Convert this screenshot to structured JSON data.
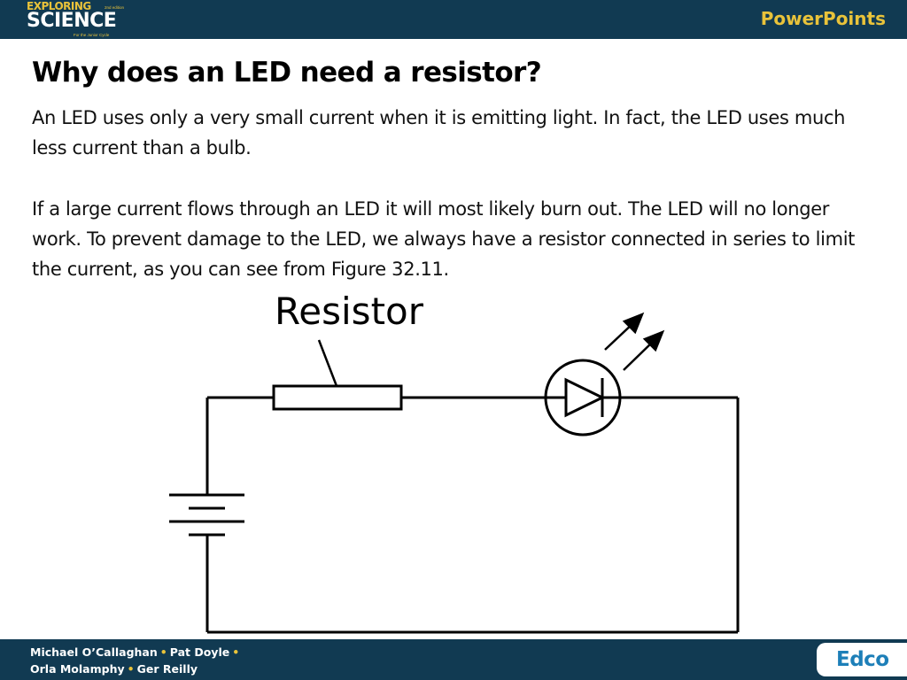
{
  "header": {
    "logo": {
      "top": "EXPLORING",
      "edition": "2nd edition",
      "main": "SCIENCE",
      "sub": "For the Junior Cycle"
    },
    "brand": "PowerPoints"
  },
  "slide": {
    "title": "Why does an LED need a resistor?",
    "paragraphs": [
      "An LED uses only a very small current when it is emitting light. In fact, the LED uses much less current than a bulb.",
      "If a large current flows through an LED it will most likely burn out. The LED will no longer work. To prevent damage to the LED, we always have a resistor connected in series to limit the current, as you can see from Figure 32.11."
    ]
  },
  "diagram": {
    "resistor_label": "Resistor",
    "components": [
      "battery",
      "resistor",
      "led"
    ],
    "line_color": "#000000"
  },
  "footer": {
    "authors_line1": [
      "Michael O’Callaghan",
      "Pat Doyle"
    ],
    "authors_line2": [
      "Orla Molamphy",
      "Ger Reilly"
    ],
    "separator": "•",
    "publisher": "Edco"
  },
  "colors": {
    "bar": "#113a52",
    "accent": "#e9c33a",
    "publisher": "#1d7fb8"
  }
}
